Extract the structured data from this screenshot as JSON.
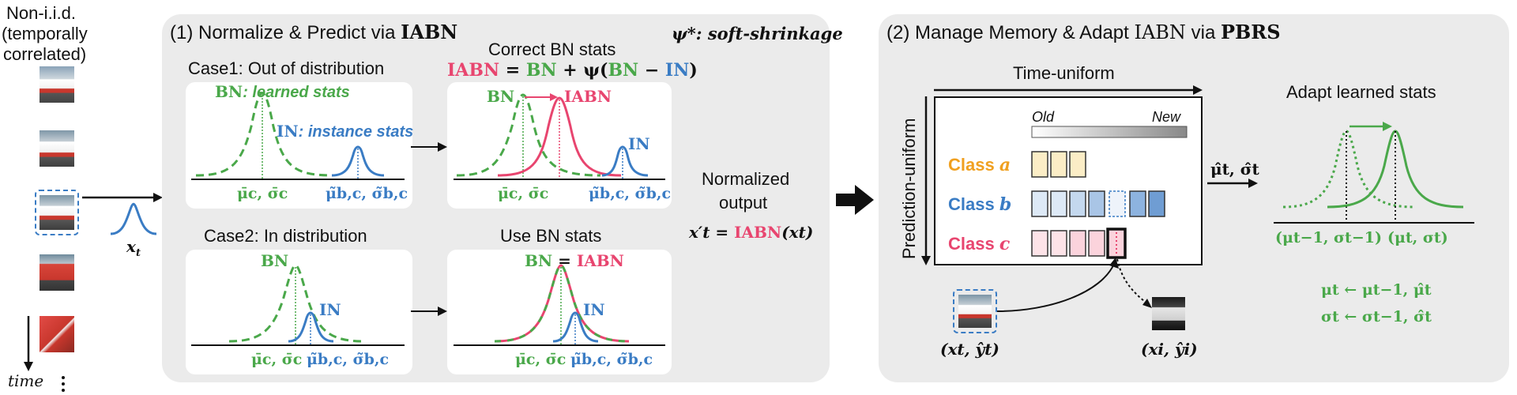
{
  "colors": {
    "bn": "#4aa84a",
    "in": "#3a7cc4",
    "iabn": "#e8456f",
    "class_a": "#f0a020",
    "panel": "#ebebeb"
  },
  "left": {
    "title_lines": [
      "Non-i.i.d.",
      "(temporally",
      "correlated)"
    ],
    "time_label": "time",
    "xt": "x",
    "xt_sub": "t"
  },
  "panel1": {
    "title_prefix": "(1) Normalize & Predict via",
    "title_bold": "IABN",
    "psi_note": "ψ*: soft-shrinkage",
    "case1": {
      "title": "Case1: Out of distribution",
      "bn_label": "BN",
      "bn_desc": ": learned stats",
      "in_label": "IN",
      "in_desc": ": instance stats",
      "stat_bn": "μ̄c, σ̄c",
      "stat_in": "μ̃b,c, σ̃b,c"
    },
    "correct": {
      "title": "Correct BN stats",
      "eq_iabn": "IABN",
      "eq_eq": " = ",
      "eq_bn": "BN",
      "eq_plus": " + ψ(",
      "eq_bn2": "BN",
      "eq_minus": " − ",
      "eq_in": "IN",
      "eq_close": ")",
      "bn": "BN",
      "iabn": "IABN",
      "in": "IN",
      "stat_bn": "μ̄c, σ̄c",
      "stat_in": "μ̃b,c, σ̃b,c"
    },
    "case2": {
      "title": "Case2: In distribution",
      "bn": "BN",
      "in": "IN",
      "stat_bn": "μ̄c, σ̄c",
      "stat_in": "μ̃b,c, σ̃b,c"
    },
    "use": {
      "title": "Use BN stats",
      "bn": "BN",
      "eq": " = ",
      "iabn": "IABN",
      "in": "IN",
      "stat_bn": "μ̄c, σ̄c",
      "stat_in": "μ̃b,c, σ̃b,c"
    },
    "normalized": {
      "line1": "Normalized",
      "line2": "output",
      "eq_lhs": "x′t = ",
      "eq_rhs": "IABN",
      "eq_arg": "(xt)"
    }
  },
  "panel2": {
    "title_prefix": "(2) Manage Memory & Adapt",
    "title_iabn": "IABN",
    "title_via": "via",
    "title_bold": "PBRS",
    "time_uniform": "Time-uniform",
    "pred_uniform": "Prediction-uniform",
    "old": "Old",
    "new": "New",
    "classes": [
      {
        "name": "Class",
        "var": "a"
      },
      {
        "name": "Class",
        "var": "b"
      },
      {
        "name": "Class",
        "var": "c"
      }
    ],
    "mu_sigma_hat": "μ̂t, σ̂t",
    "adapt_title": "Adapt learned stats",
    "prev_stats": "(μt−1, σt−1)",
    "new_stats": "(μt, σt)",
    "update_mu": "μt ← μt−1, μ̂t",
    "update_sigma": "σt ← σt−1, σ̂t",
    "input_pair": "(xt, ŷt)",
    "evict_pair": "(xi, ŷi)"
  }
}
